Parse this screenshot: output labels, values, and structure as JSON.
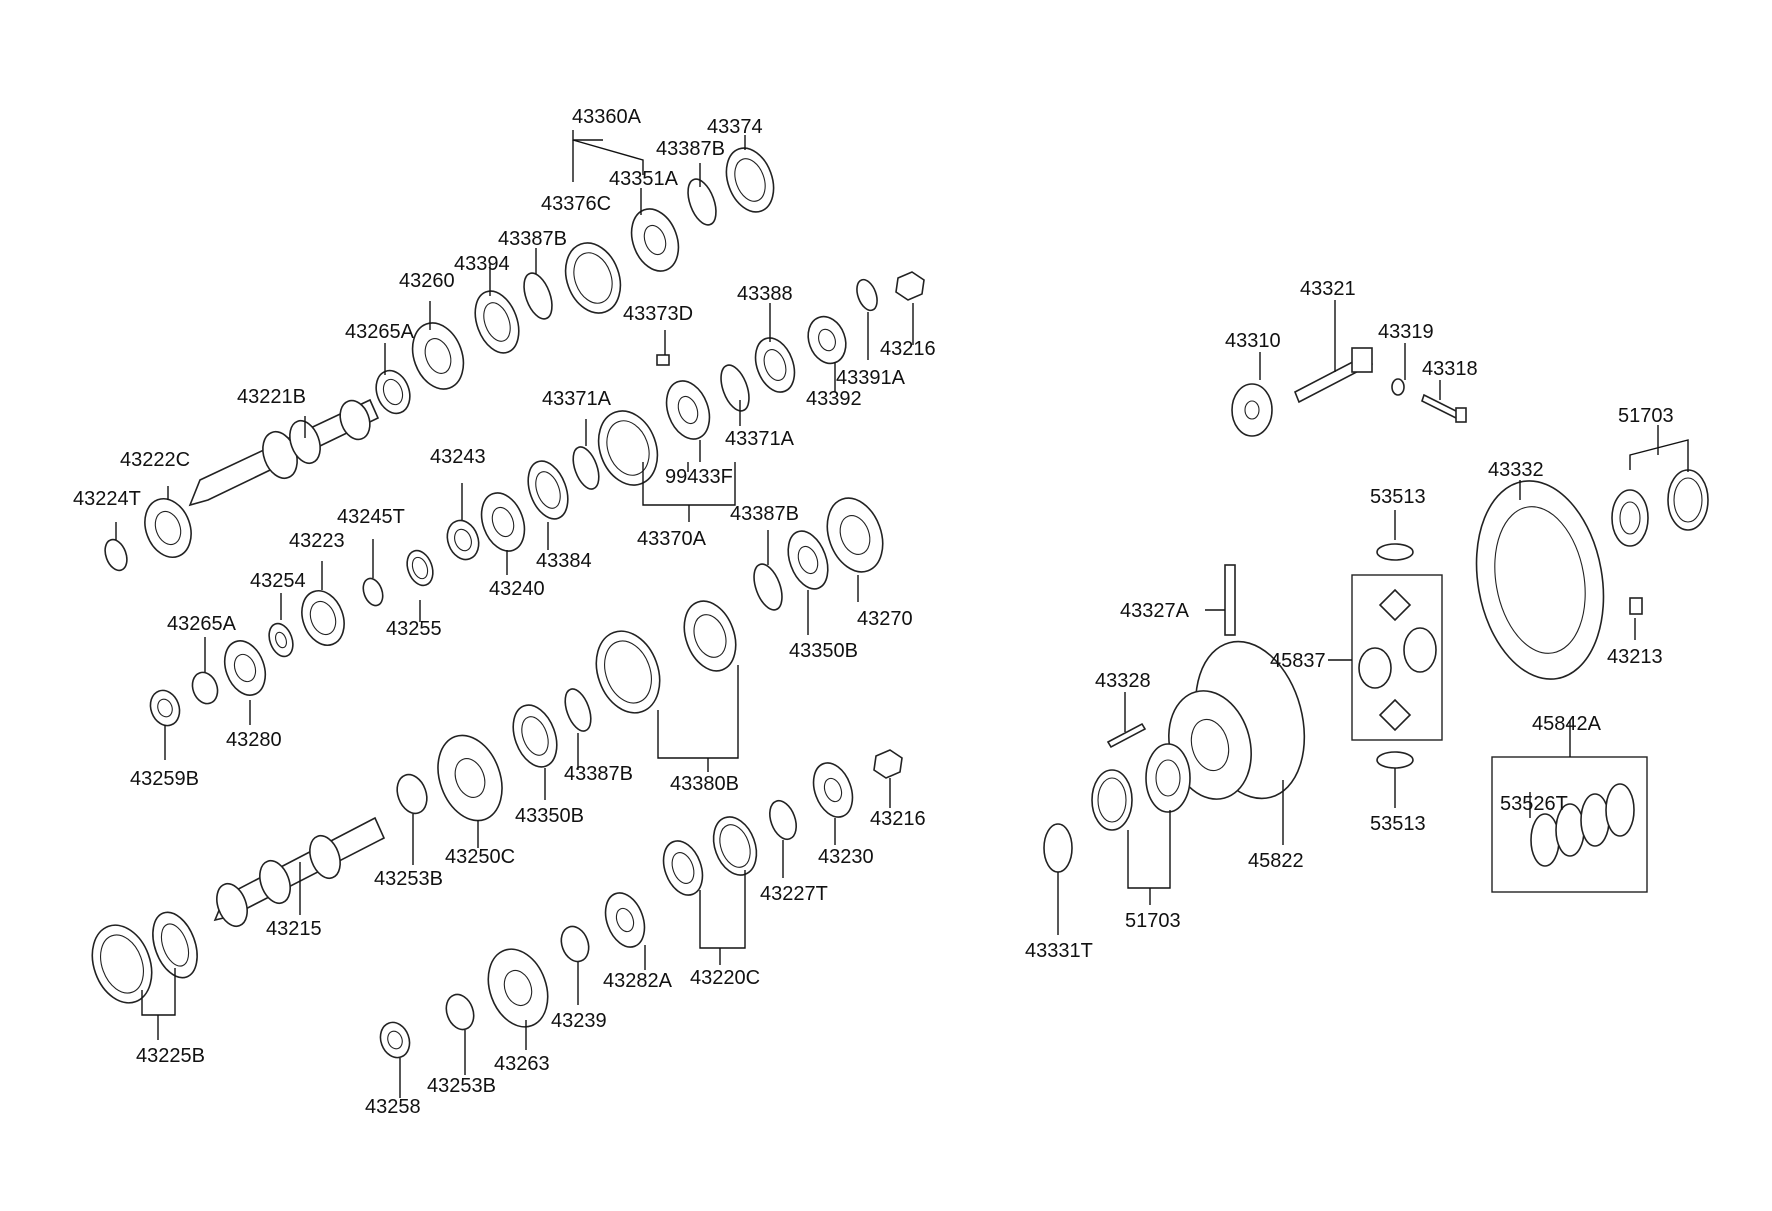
{
  "diagram": {
    "labels": [
      "43360A",
      "43374",
      "43387B",
      "43351A",
      "43376C",
      "43387B",
      "43394",
      "43260",
      "43373D",
      "43388",
      "43216",
      "43265A",
      "43221B",
      "43392",
      "43391A",
      "43371A",
      "43371A",
      "43243",
      "99433F",
      "43222C",
      "43224T",
      "43245T",
      "43223",
      "43240",
      "43384",
      "43370A",
      "43387B",
      "43254",
      "43255",
      "43265A",
      "43270",
      "43350B",
      "43280",
      "43259B",
      "43387B",
      "43380B",
      "43350B",
      "43216",
      "43253B",
      "43250C",
      "43230",
      "43227T",
      "43215",
      "43282A",
      "43220C",
      "43225B",
      "43239",
      "43263",
      "43253B",
      "43258",
      "43321",
      "43310",
      "43319",
      "43318",
      "51703",
      "43332",
      "53513",
      "43327A",
      "45837",
      "43213",
      "43328",
      "45842A",
      "53526T",
      "53513",
      "45822",
      "51703",
      "43331T"
    ],
    "icons": [
      "gear",
      "bearing",
      "ring",
      "synchro-sleeve",
      "shaft",
      "bolt",
      "nut",
      "washer",
      "ring-gear",
      "differential-case",
      "pinion-gear"
    ]
  }
}
